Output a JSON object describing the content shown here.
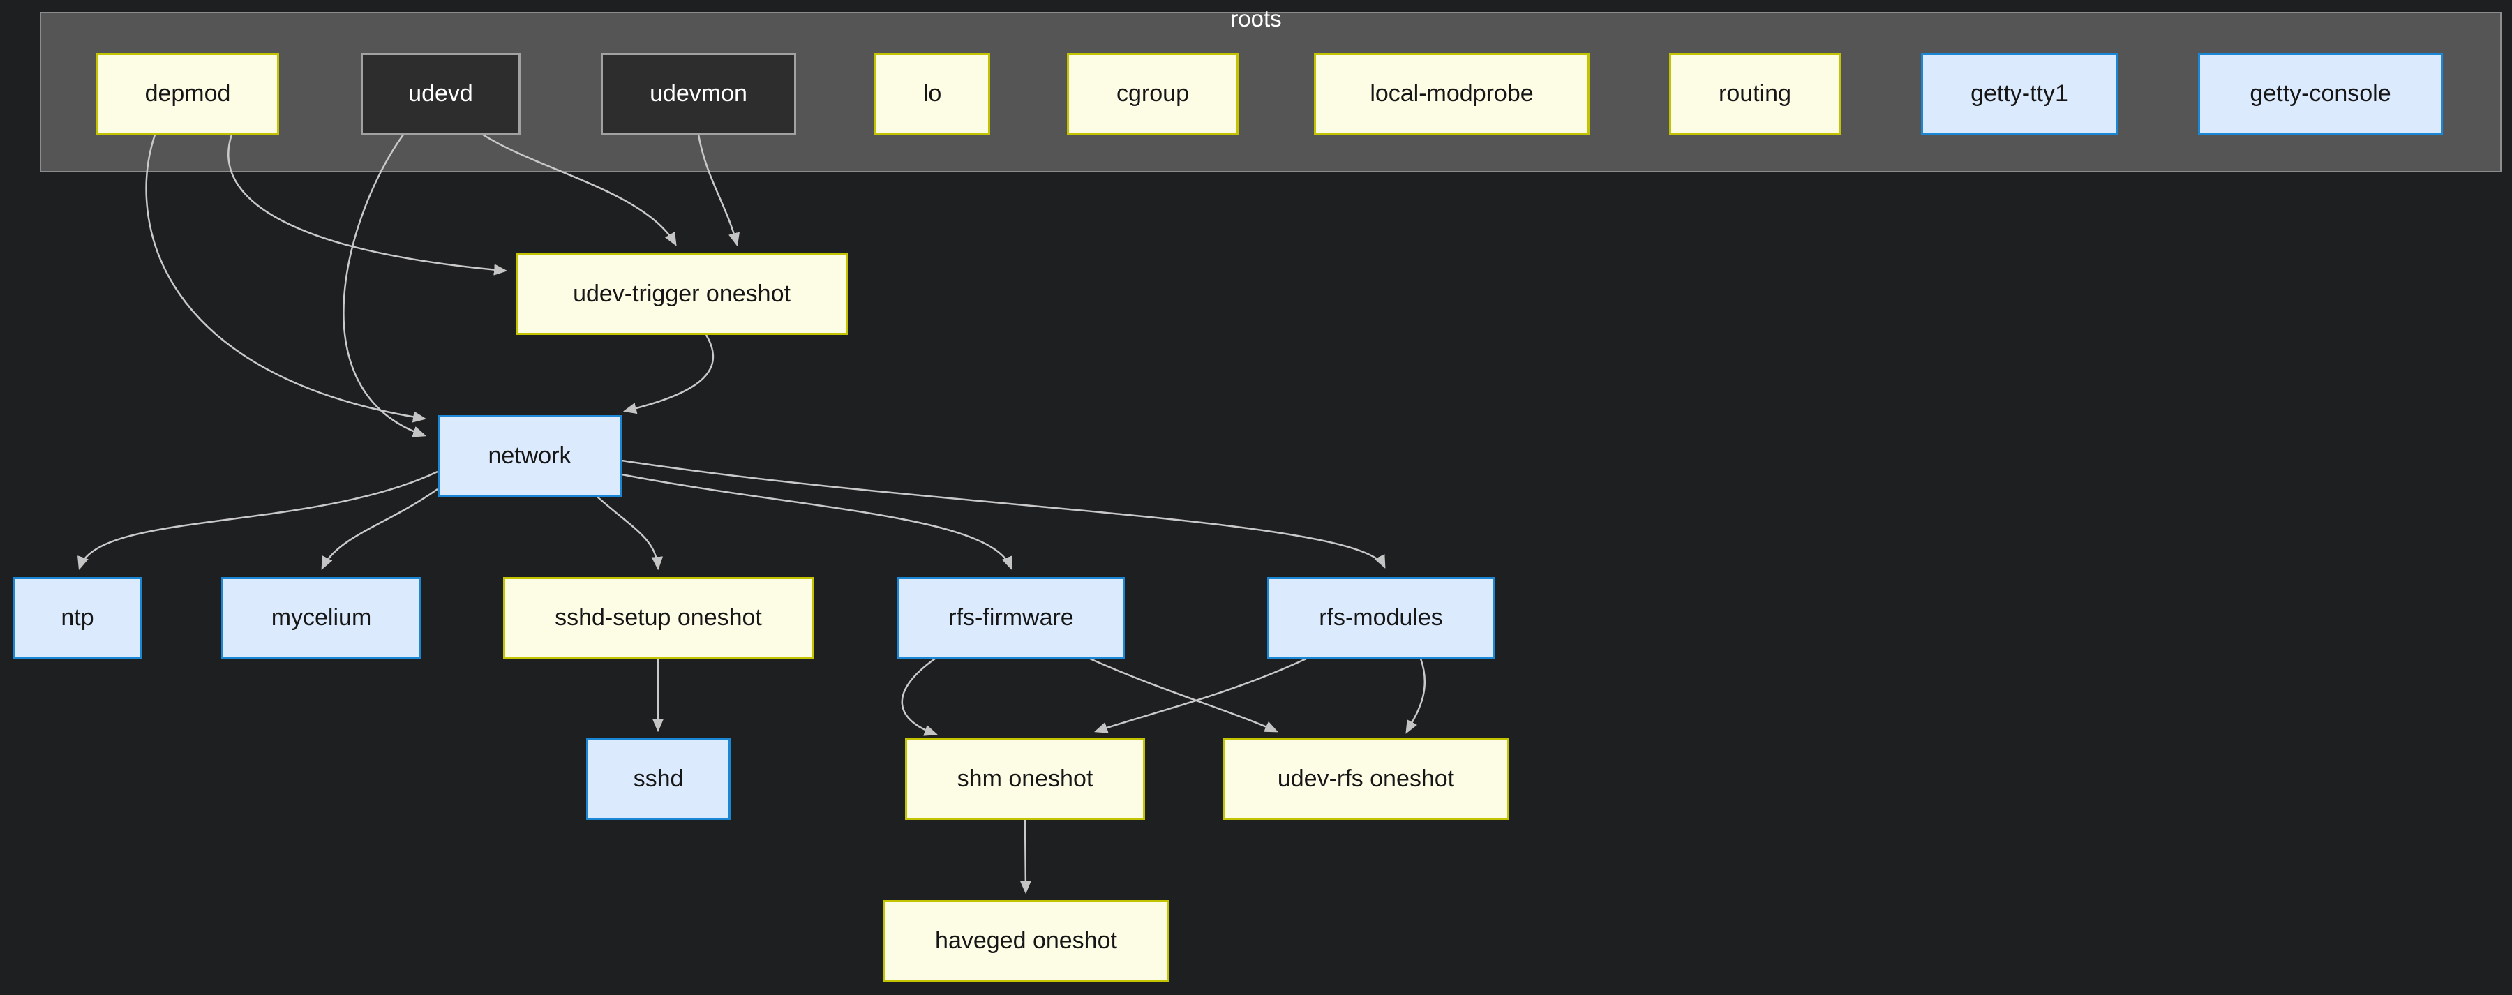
{
  "diagram": {
    "cluster": {
      "label": "roots"
    },
    "nodes": [
      {
        "id": "depmod",
        "label": "depmod",
        "style": "yellow"
      },
      {
        "id": "udevd",
        "label": "udevd",
        "style": "dark"
      },
      {
        "id": "udevmon",
        "label": "udevmon",
        "style": "dark"
      },
      {
        "id": "lo",
        "label": "lo",
        "style": "yellow"
      },
      {
        "id": "cgroup",
        "label": "cgroup",
        "style": "yellow"
      },
      {
        "id": "local-modprobe",
        "label": "local-modprobe",
        "style": "yellow"
      },
      {
        "id": "routing",
        "label": "routing",
        "style": "yellow"
      },
      {
        "id": "getty-tty1",
        "label": "getty-tty1",
        "style": "blue"
      },
      {
        "id": "getty-console",
        "label": "getty-console",
        "style": "blue"
      },
      {
        "id": "udev-trigger",
        "label": "udev-trigger oneshot",
        "style": "yellow"
      },
      {
        "id": "network",
        "label": "network",
        "style": "blue"
      },
      {
        "id": "ntp",
        "label": "ntp",
        "style": "blue"
      },
      {
        "id": "mycelium",
        "label": "mycelium",
        "style": "blue"
      },
      {
        "id": "sshd-setup",
        "label": "sshd-setup oneshot",
        "style": "yellow"
      },
      {
        "id": "rfs-firmware",
        "label": "rfs-firmware",
        "style": "blue"
      },
      {
        "id": "rfs-modules",
        "label": "rfs-modules",
        "style": "blue"
      },
      {
        "id": "sshd",
        "label": "sshd",
        "style": "blue"
      },
      {
        "id": "shm",
        "label": "shm oneshot",
        "style": "yellow"
      },
      {
        "id": "udev-rfs",
        "label": "udev-rfs oneshot",
        "style": "yellow"
      },
      {
        "id": "haveged",
        "label": "haveged oneshot",
        "style": "yellow"
      }
    ],
    "edges": [
      {
        "from": "depmod",
        "to": "udev-trigger"
      },
      {
        "from": "depmod",
        "to": "network"
      },
      {
        "from": "udevd",
        "to": "udev-trigger"
      },
      {
        "from": "udevd",
        "to": "network"
      },
      {
        "from": "udevmon",
        "to": "udev-trigger"
      },
      {
        "from": "udev-trigger",
        "to": "network"
      },
      {
        "from": "network",
        "to": "ntp"
      },
      {
        "from": "network",
        "to": "mycelium"
      },
      {
        "from": "network",
        "to": "sshd-setup"
      },
      {
        "from": "network",
        "to": "rfs-firmware"
      },
      {
        "from": "network",
        "to": "rfs-modules"
      },
      {
        "from": "sshd-setup",
        "to": "sshd"
      },
      {
        "from": "rfs-firmware",
        "to": "shm"
      },
      {
        "from": "rfs-firmware",
        "to": "udev-rfs"
      },
      {
        "from": "rfs-modules",
        "to": "shm"
      },
      {
        "from": "rfs-modules",
        "to": "udev-rfs"
      },
      {
        "from": "shm",
        "to": "haveged"
      }
    ],
    "colors": {
      "background": "#1e1f21",
      "cluster_fill": "#555555",
      "cluster_border": "#8d8d8d",
      "cluster_label_text": "#ffffff",
      "node_yellow_fill": "#fdfde6",
      "node_yellow_border": "#c3c300",
      "node_dark_fill": "#2d2d2d",
      "node_dark_border": "#a2a2a2",
      "node_blue_fill": "#dbeafc",
      "node_blue_border": "#1b87d4",
      "edge_stroke": "#c9c9c9",
      "text_on_light": "#161616",
      "text_on_dark": "#ffffff"
    }
  }
}
